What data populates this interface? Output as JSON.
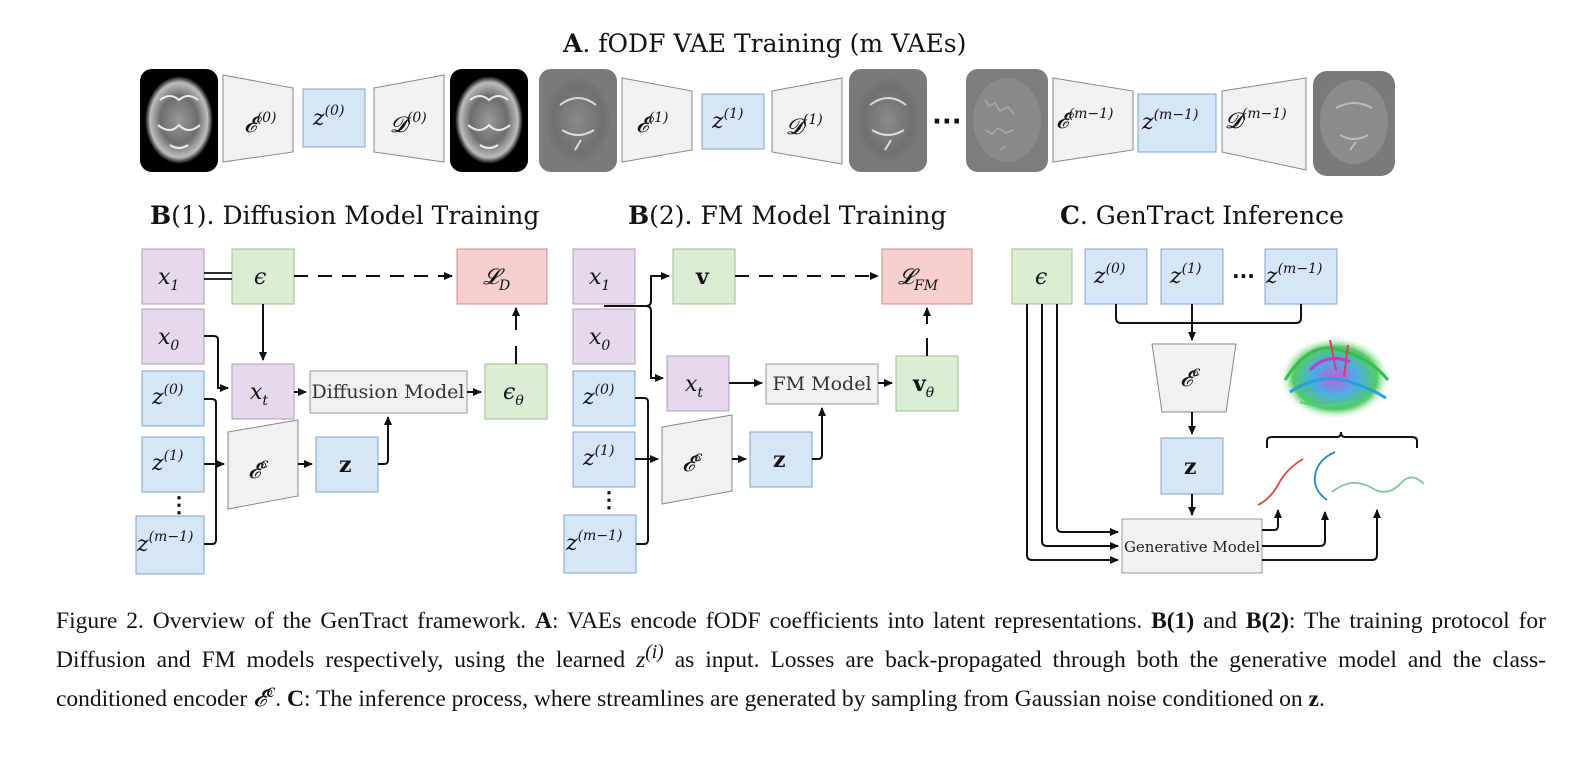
{
  "panel_a": {
    "title_label": "A",
    "title_text": ". fODF VAE Training (m VAEs)",
    "blocks": [
      {
        "encoder": "𝓔",
        "enc_sup": "(0)",
        "latent": "z",
        "lat_sup": "(0)",
        "decoder": "𝓓",
        "dec_sup": "(0)"
      },
      {
        "encoder": "𝓔",
        "enc_sup": "(1)",
        "latent": "z",
        "lat_sup": "(1)",
        "decoder": "𝓓",
        "dec_sup": "(1)"
      },
      {
        "encoder": "𝓔",
        "enc_sup": "(m−1)",
        "latent": "z",
        "lat_sup": "(m−1)",
        "decoder": "𝓓",
        "dec_sup": "(m−1)"
      }
    ],
    "ellipsis": "···"
  },
  "panel_b1": {
    "title_label": "B",
    "title_text": "(1). Diffusion Model Training",
    "x1": "x",
    "x1_sub": "1",
    "x0": "x",
    "x0_sub": "0",
    "eps": "ϵ",
    "xt": "x",
    "xt_sub": "t",
    "loss": "𝓛",
    "loss_sub": "D",
    "model": "Diffusion Model",
    "eps_theta": "ϵ",
    "eps_theta_sub": "θ",
    "z0": "z",
    "z0_sup": "(0)",
    "z1": "z",
    "z1_sup": "(1)",
    "zm": "z",
    "zm_sup": "(m−1)",
    "enc": "𝓔",
    "enc_sup": "c",
    "zbold": "z",
    "vdots": "⋮"
  },
  "panel_b2": {
    "title_label": "B",
    "title_text": "(2). FM Model Training",
    "x1": "x",
    "x1_sub": "1",
    "x0": "x",
    "x0_sub": "0",
    "v": "v",
    "xt": "x",
    "xt_sub": "t",
    "loss": "𝓛",
    "loss_sub": "FM",
    "model": "FM Model",
    "v_theta": "v",
    "v_theta_sub": "θ",
    "z0": "z",
    "z0_sup": "(0)",
    "z1": "z",
    "z1_sup": "(1)",
    "zm": "z",
    "zm_sup": "(m−1)",
    "enc": "𝓔",
    "enc_sup": "c",
    "zbold": "z",
    "vdots": "⋮"
  },
  "panel_c": {
    "title_label": "C",
    "title_text": ". GenTract Inference",
    "eps": "ϵ",
    "z0": "z",
    "z0_sup": "(0)",
    "z1": "z",
    "z1_sup": "(1)",
    "zm": "z",
    "zm_sup": "(m−1)",
    "ellipsis": "···",
    "enc": "𝓔",
    "enc_sup": "c",
    "zbold": "z",
    "model": "Generative Model"
  },
  "caption": {
    "fig": "Figure 2. Overview of the GenTract framework. ",
    "a_label": "A",
    "a_text": ": VAEs encode fODF coefficients into latent representations. ",
    "b1_label": "B(1)",
    "and": " and ",
    "b2_label": "B(2)",
    "b_text": ": The training protocol for Diffusion and FM models respectively, using the learned ",
    "z_sym": "z",
    "z_sup": "(i)",
    "b_text2": " as input. Losses are back-propagated through both the generative model and the class-conditioned encoder ",
    "enc_sym": "𝓔",
    "enc_sup": "c",
    "c_pre": ". ",
    "c_label": "C",
    "c_text": ": The inference process, where streamlines are generated by sampling from Gaussian noise conditioned on ",
    "z_bold": "z",
    "end": "."
  },
  "colors": {
    "purple": "#e5d9ec",
    "green": "#dbeed5",
    "blue": "#d7e6f7",
    "red": "#f7cfcf",
    "gray": "#f1f1f1"
  }
}
